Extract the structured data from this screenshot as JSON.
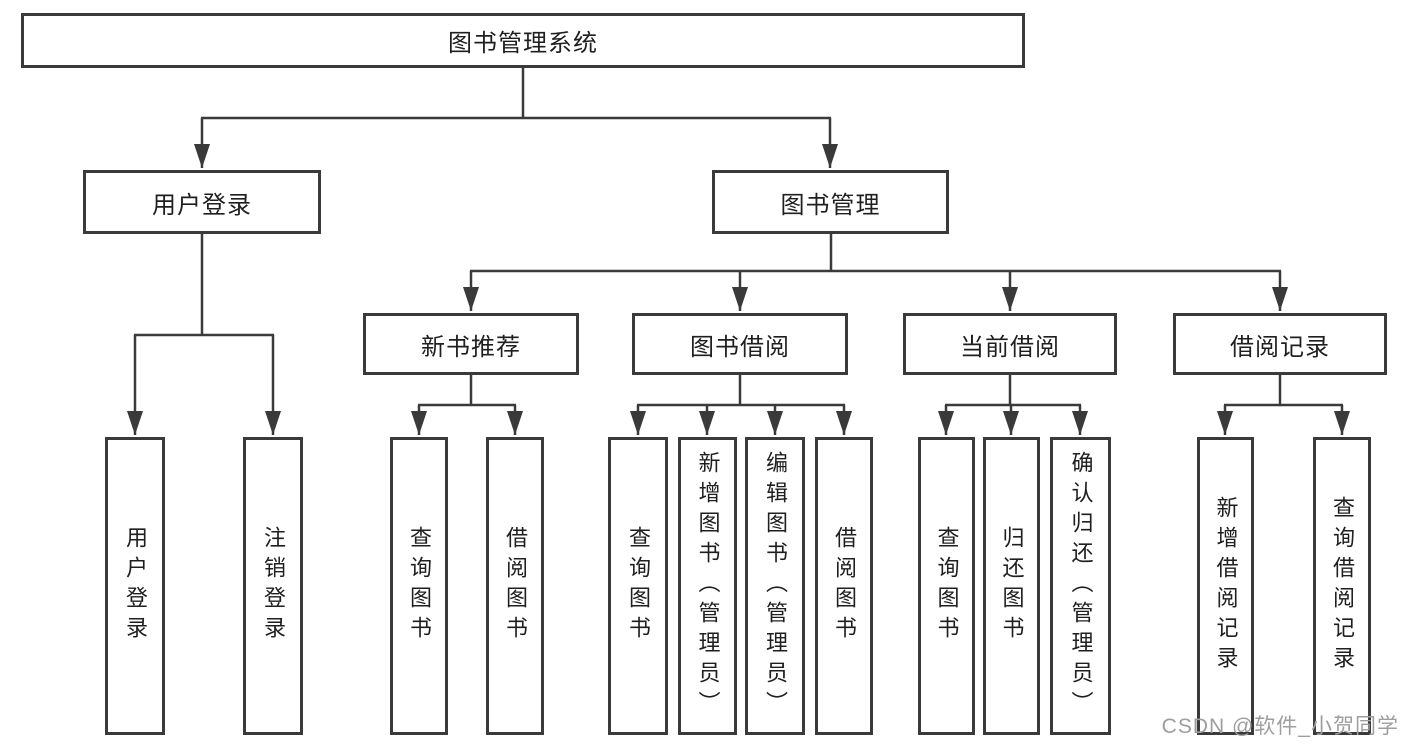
{
  "diagram": {
    "type": "hierarchy-tree",
    "colors": {
      "line": "#3a3a3a",
      "box_border": "#3a3a3a",
      "text": "#1f1f1f",
      "background": "#ffffff",
      "watermark": "#9e9e9e"
    },
    "nodes": {
      "root": {
        "label": "图书管理系统"
      },
      "level2": [
        {
          "label": "用户登录"
        },
        {
          "label": "图书管理"
        }
      ],
      "level3": [
        {
          "label": "新书推荐"
        },
        {
          "label": "图书借阅"
        },
        {
          "label": "当前借阅"
        },
        {
          "label": "借阅记录"
        }
      ],
      "leaves": [
        {
          "label": "用户登录",
          "parent": "用户登录"
        },
        {
          "label": "注销登录",
          "parent": "用户登录"
        },
        {
          "label": "查询图书",
          "parent": "新书推荐"
        },
        {
          "label": "借阅图书",
          "parent": "新书推荐"
        },
        {
          "label": "查询图书",
          "parent": "图书借阅"
        },
        {
          "label": "新增图书（管理员）",
          "parent": "图书借阅"
        },
        {
          "label": "编辑图书（管理员）",
          "parent": "图书借阅"
        },
        {
          "label": "借阅图书",
          "parent": "图书借阅"
        },
        {
          "label": "查询图书",
          "parent": "当前借阅"
        },
        {
          "label": "归还图书",
          "parent": "当前借阅"
        },
        {
          "label": "确认归还（管理员）",
          "parent": "当前借阅"
        },
        {
          "label": "新增借阅记录",
          "parent": "借阅记录"
        },
        {
          "label": "查询借阅记录",
          "parent": "借阅记录"
        }
      ]
    },
    "watermark": {
      "text": "CSDN @软件_小贺同学"
    }
  }
}
